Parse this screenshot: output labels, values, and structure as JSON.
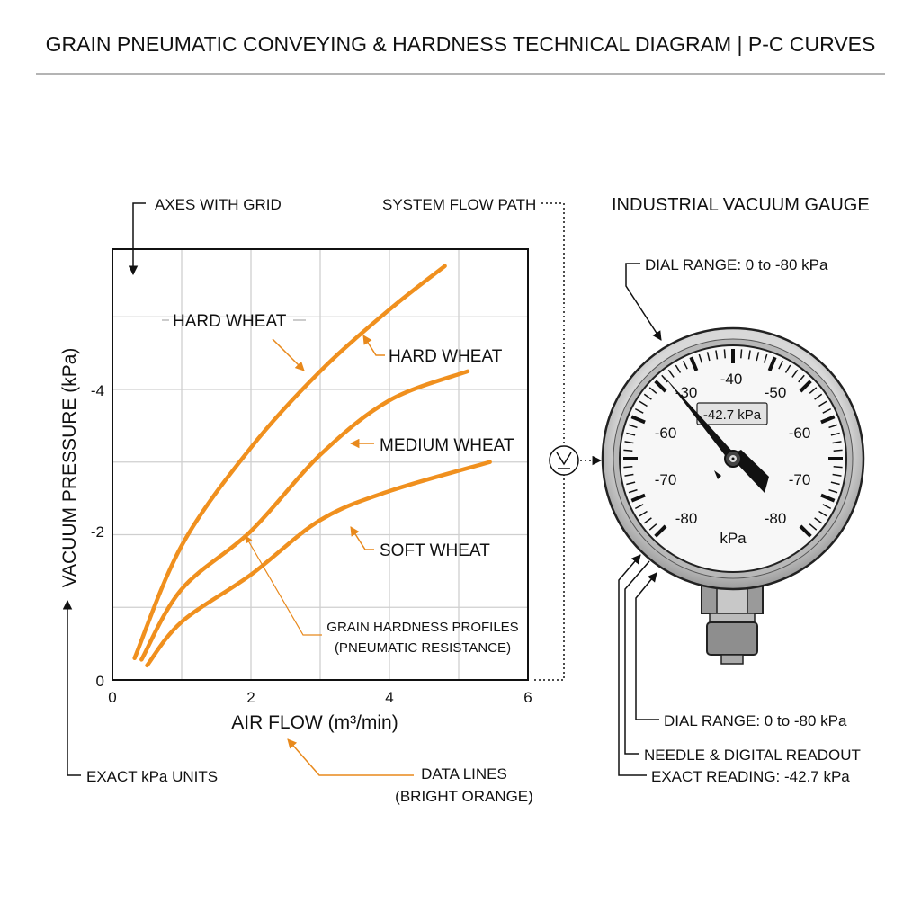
{
  "title": "GRAIN PNEUMATIC CONVEYING & HARDNESS TECHNICAL DIAGRAM | P-C CURVES",
  "annotations": {
    "axes_grid": "AXES WITH GRID",
    "flow_path": "SYSTEM FLOW PATH",
    "gauge_title": "INDUSTRIAL VACUUM GAUGE",
    "dial_range_top": "DIAL RANGE: 0 to -80 kPa",
    "exact_units": "EXACT kPa UNITS",
    "data_lines_1": "DATA LINES",
    "data_lines_2": "(BRIGHT ORANGE)",
    "dial_range_bottom": "DIAL RANGE: 0 to -80 kPa",
    "needle_readout": "NEEDLE & DIGITAL READOUT",
    "exact_reading": "EXACT READING: -42.7 kPa",
    "profiles_1": "GRAIN HARDNESS PROFILES",
    "profiles_2": "(PNEUMATIC RESISTANCE)",
    "hard_left": "HARD WHEAT",
    "hard_right": "HARD WHEAT",
    "medium": "MEDIUM WHEAT",
    "soft": "SOFT WHEAT"
  },
  "chart_data": {
    "type": "line",
    "xlabel": "AIR FLOW (m³/min)",
    "ylabel": "VACUUM PRESSURE (kPa)",
    "xlim": [
      0,
      6
    ],
    "ylim": [
      0,
      -6
    ],
    "xticks": [
      "0",
      "2",
      "4",
      "6"
    ],
    "yticks": [
      "0",
      "-2",
      "-4"
    ],
    "grid": true,
    "line_color": "#f0901e",
    "series": [
      {
        "name": "HARD WHEAT",
        "x": [
          0.32,
          1,
          2,
          3,
          4,
          4.8
        ],
        "y": [
          -0.3,
          -1.85,
          -3.2,
          -4.25,
          -5.1,
          -5.7
        ]
      },
      {
        "name": "MEDIUM WHEAT",
        "x": [
          0.42,
          1,
          2,
          3,
          4,
          5.13
        ],
        "y": [
          -0.28,
          -1.25,
          -2.05,
          -3.1,
          -3.85,
          -4.25
        ]
      },
      {
        "name": "SOFT WHEAT",
        "x": [
          0.5,
          1,
          2,
          3,
          4,
          5.45
        ],
        "y": [
          -0.2,
          -0.8,
          -1.45,
          -2.2,
          -2.6,
          -3.0
        ]
      }
    ]
  },
  "gauge": {
    "readout": "-42.7 kPa",
    "value": -42.7,
    "unit": "kPa",
    "labels": {
      "l30": "-30",
      "l40": "-40",
      "l50": "-50",
      "l60a": "-60",
      "l60b": "-60",
      "l70a": "-70",
      "l70b": "-70",
      "l80a": "-80",
      "l80b": "-80"
    }
  }
}
